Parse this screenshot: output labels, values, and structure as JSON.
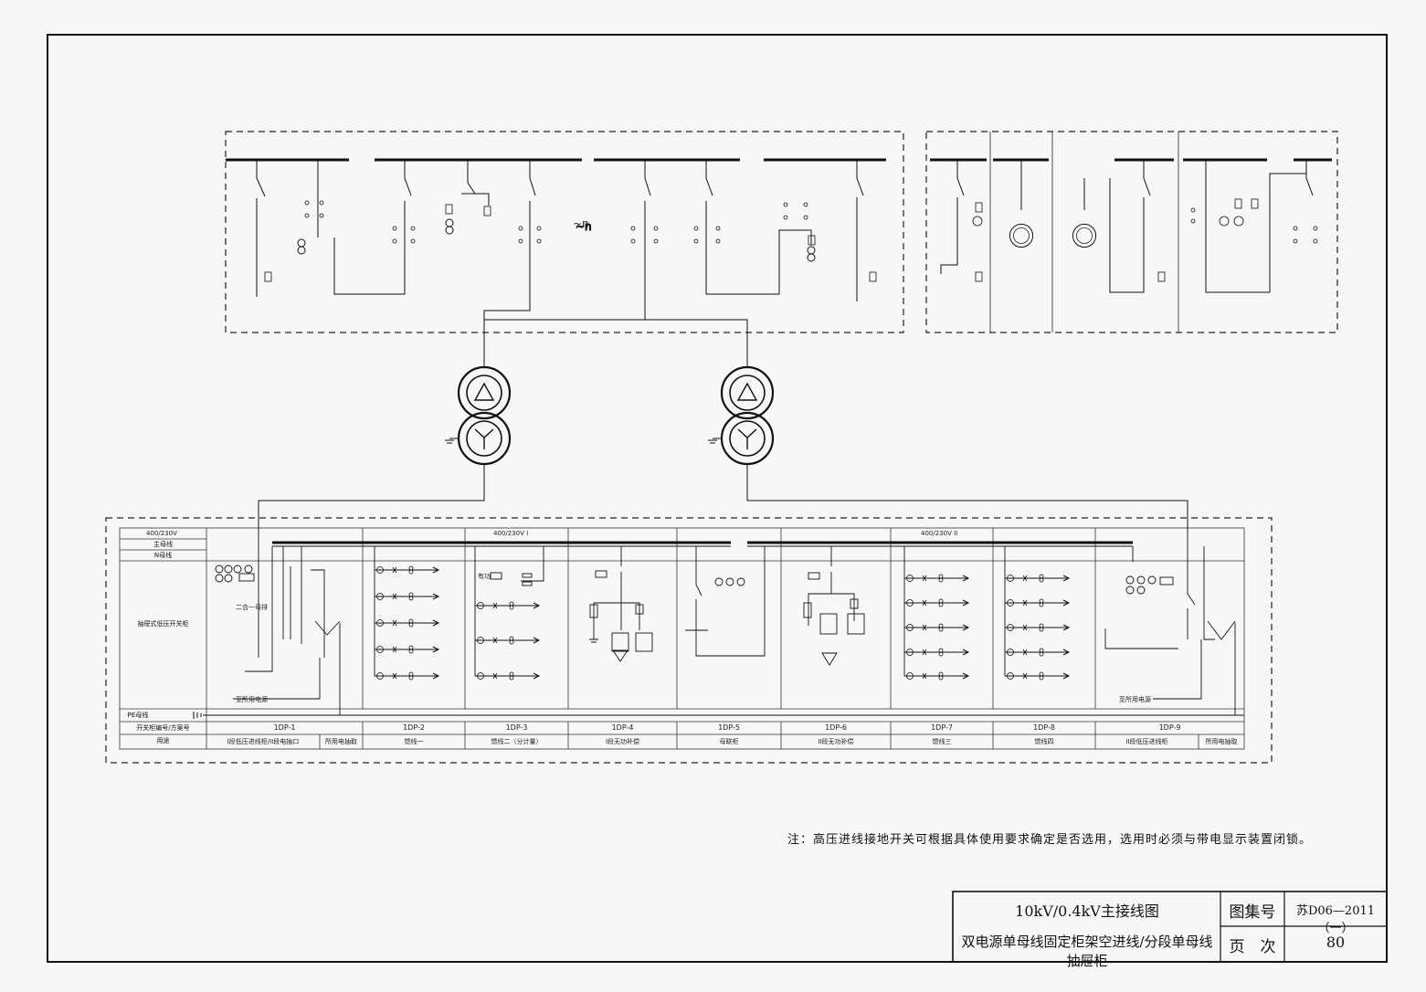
{
  "drawing": {
    "note": "注：高压进线接地开关可根据具体使用要求确定是否选用，选用时必须与带电显示装置闭锁。",
    "hv_tie_symbol": "~n",
    "lv_voltage_label": "400/230V",
    "lv_bus1_label": "400/230V I",
    "lv_bus2_label": "400/230V II",
    "row_headers": {
      "main_bus": "主母线",
      "n_bus": "N母线",
      "switchgear": "抽屉式低压开关柜",
      "pe_bus": "PE母线",
      "cabinet_no": "开关柜编号/方案号",
      "usage": "用途"
    },
    "cabinets": [
      {
        "no": "1DP-1",
        "usage": "I段低压进线柜/II段电抽口",
        "usage2": "所用电抽取"
      },
      {
        "no": "1DP-2",
        "usage": "馈线一"
      },
      {
        "no": "1DP-3",
        "usage": "馈线二（分计量）"
      },
      {
        "no": "1DP-4",
        "usage": "I段无功补偿"
      },
      {
        "no": "1DP-5",
        "usage": "母联柜"
      },
      {
        "no": "1DP-6",
        "usage": "II段无功补偿"
      },
      {
        "no": "1DP-7",
        "usage": "馈线三"
      },
      {
        "no": "1DP-8",
        "usage": "馈线四"
      },
      {
        "no": "1DP-9",
        "usage": "II段低压进线柜",
        "usage2": "所用电抽取"
      }
    ],
    "small_labels": {
      "dp1_a": "二合一母排",
      "dp1_b": "至所用电源",
      "dp9_a": "至所用电源",
      "dp3_meter": "有功"
    }
  },
  "title_block": {
    "title_line1": "10kV/0.4kV主接线图",
    "title_line2": "双电源单母线固定柜架空进线/分段单母线抽屉柜",
    "atlas_label": "图集号",
    "atlas_value": "苏D06—2011（一）",
    "page_label": "页　次",
    "page_value": "80"
  }
}
